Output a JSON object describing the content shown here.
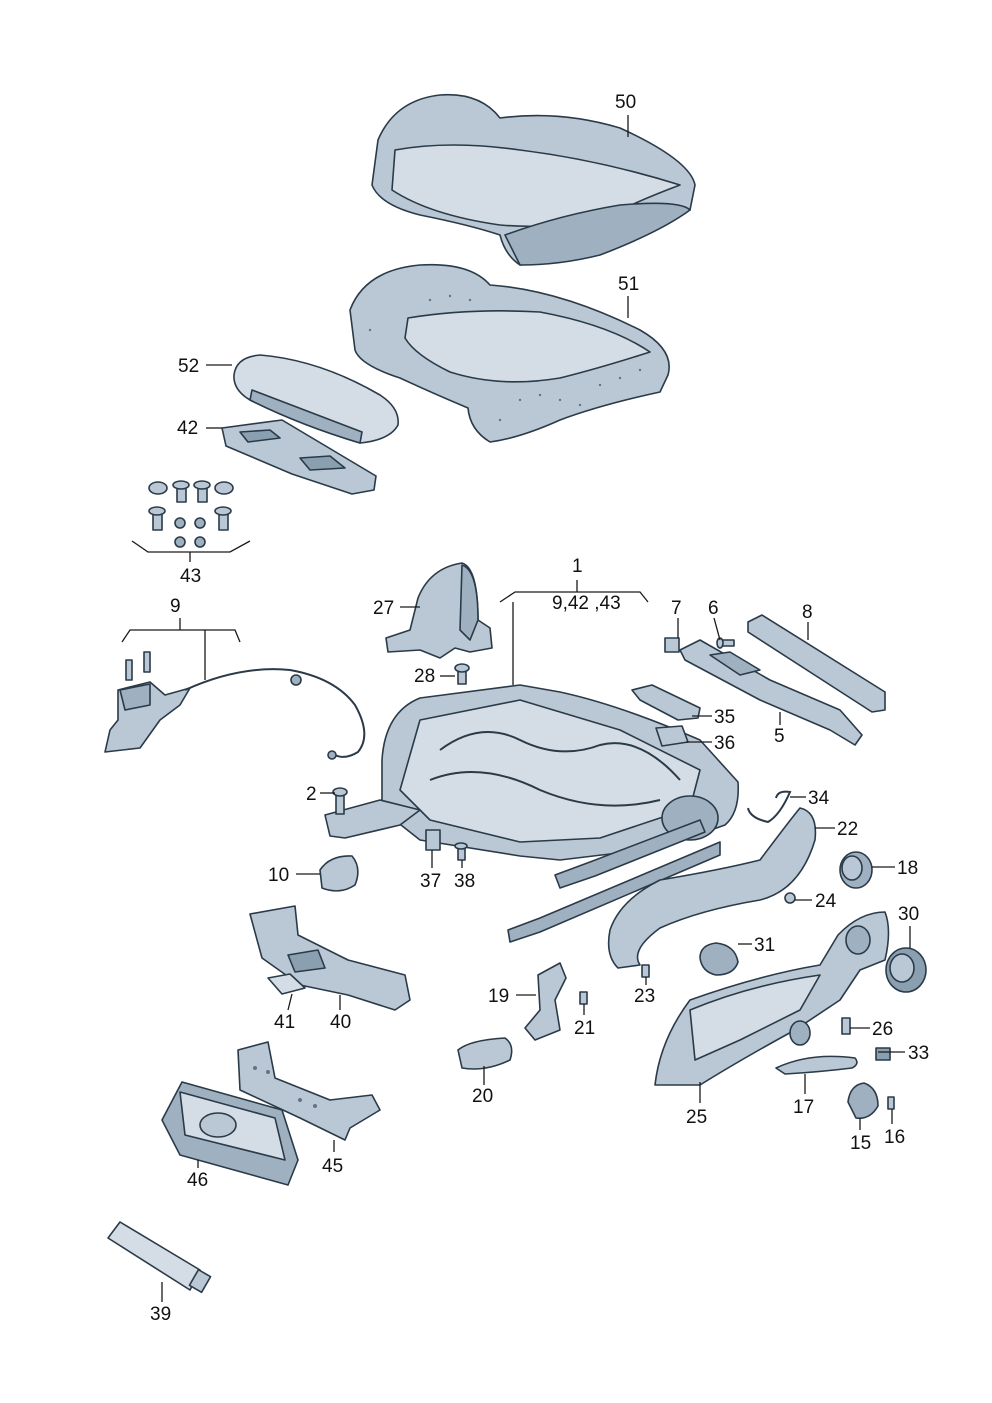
{
  "callouts": {
    "n1": "1",
    "n1sub": "9,42 ,43",
    "n2": "2",
    "n5": "5",
    "n6": "6",
    "n7": "7",
    "n8": "8",
    "n9": "9",
    "n10": "10",
    "n15": "15",
    "n16": "16",
    "n17": "17",
    "n18": "18",
    "n19": "19",
    "n20": "20",
    "n21": "21",
    "n22": "22",
    "n23": "23",
    "n24": "24",
    "n25": "25",
    "n26": "26",
    "n27": "27",
    "n28": "28",
    "n30": "30",
    "n31": "31",
    "n33": "33",
    "n34": "34",
    "n35": "35",
    "n36": "36",
    "n37": "37",
    "n38": "38",
    "n39": "39",
    "n40": "40",
    "n41": "41",
    "n42": "42",
    "n43": "43",
    "n45": "45",
    "n46": "46",
    "n50": "50",
    "n51": "51",
    "n52": "52"
  },
  "colors": {
    "part_fill": "#b9c8d4",
    "part_stroke": "#2a3a48",
    "label": "#111111"
  }
}
